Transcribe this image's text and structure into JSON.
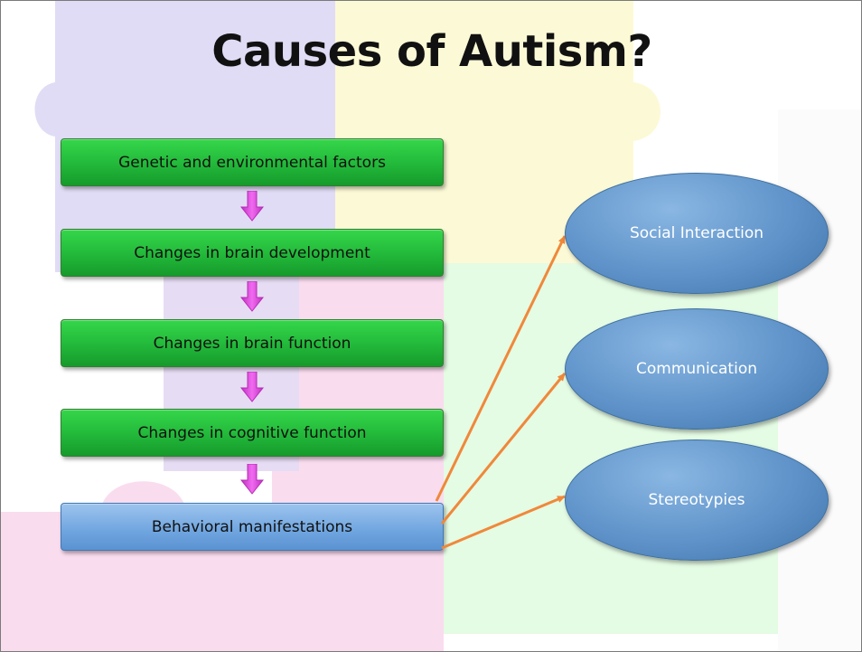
{
  "title": "Causes of Autism?",
  "steps": [
    "Genetic and environmental factors",
    "Changes in brain development",
    "Changes in brain function",
    "Changes in cognitive function",
    "Behavioral manifestations"
  ],
  "outcomes": [
    "Social Interaction",
    "Communication",
    "Stereotypies"
  ],
  "colors": {
    "step_fill": "#22b83a",
    "outcome_step_fill": "#6fa5df",
    "down_arrow": "#d63fd6",
    "connector": "#f0883a",
    "ellipse_fill": "#5f93c9"
  }
}
